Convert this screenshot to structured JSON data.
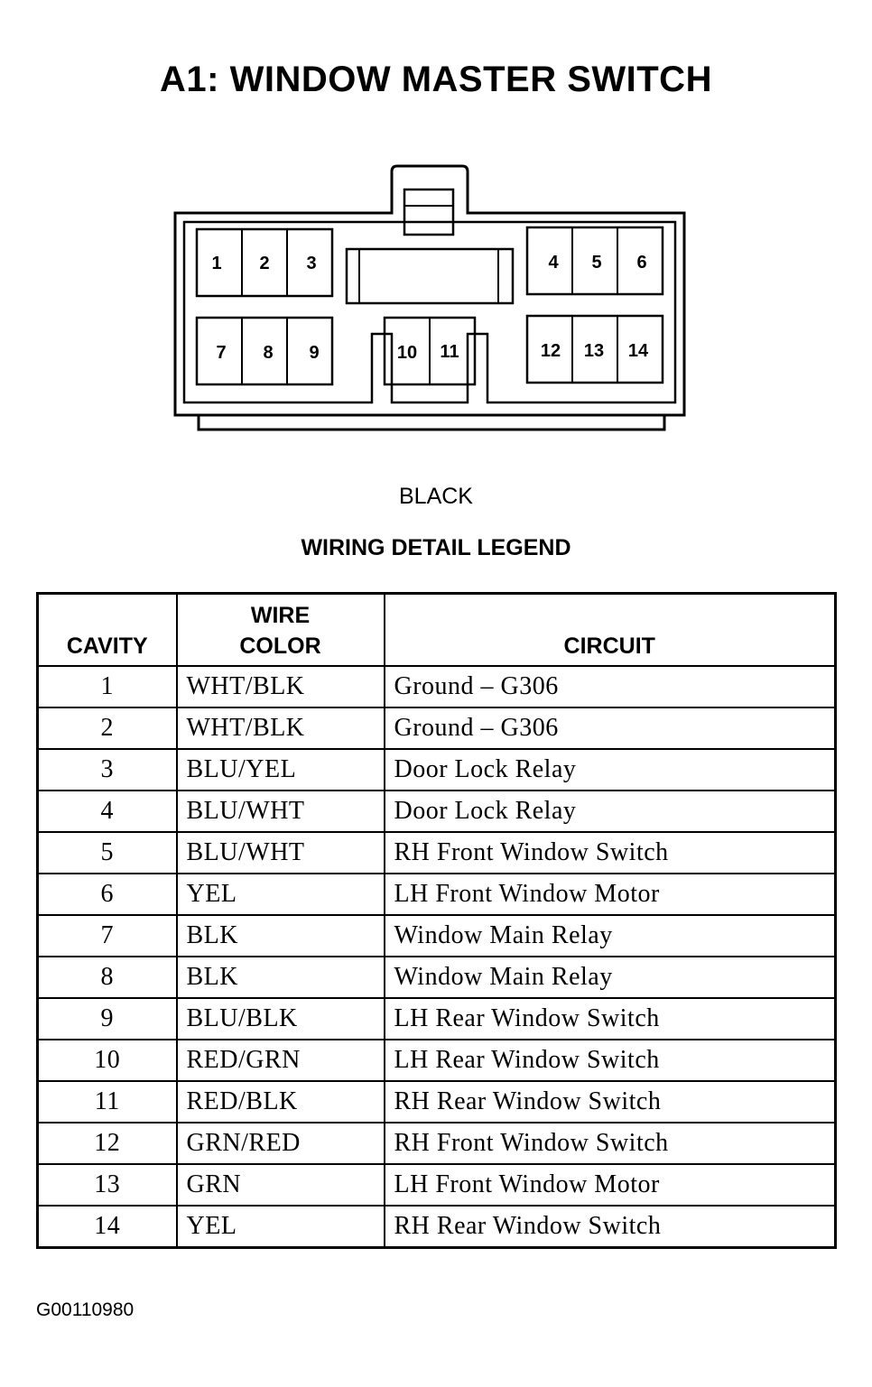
{
  "title": "A1: WINDOW MASTER SWITCH",
  "connector": {
    "cavities": [
      "1",
      "2",
      "3",
      "4",
      "5",
      "6",
      "7",
      "8",
      "9",
      "10",
      "11",
      "12",
      "13",
      "14"
    ],
    "color_label": "BLACK"
  },
  "legend": {
    "title": "WIRING DETAIL LEGEND",
    "headers": {
      "cavity": "CAVITY",
      "wire_line1": "WIRE",
      "wire_line2": "COLOR",
      "circuit": "CIRCUIT"
    },
    "rows": [
      {
        "cavity": "1",
        "wire": "WHT/BLK",
        "circuit": "Ground – G306"
      },
      {
        "cavity": "2",
        "wire": "WHT/BLK",
        "circuit": "Ground – G306"
      },
      {
        "cavity": "3",
        "wire": "BLU/YEL",
        "circuit": "Door Lock Relay"
      },
      {
        "cavity": "4",
        "wire": "BLU/WHT",
        "circuit": "Door Lock Relay"
      },
      {
        "cavity": "5",
        "wire": "BLU/WHT",
        "circuit": "RH Front Window Switch"
      },
      {
        "cavity": "6",
        "wire": "YEL",
        "circuit": "LH Front Window Motor"
      },
      {
        "cavity": "7",
        "wire": "BLK",
        "circuit": "Window Main Relay"
      },
      {
        "cavity": "8",
        "wire": "BLK",
        "circuit": "Window Main Relay"
      },
      {
        "cavity": "9",
        "wire": "BLU/BLK",
        "circuit": "LH Rear Window Switch"
      },
      {
        "cavity": "10",
        "wire": "RED/GRN",
        "circuit": "LH Rear Window Switch"
      },
      {
        "cavity": "11",
        "wire": "RED/BLK",
        "circuit": "RH Rear Window Switch"
      },
      {
        "cavity": "12",
        "wire": "GRN/RED",
        "circuit": "RH Front Window Switch"
      },
      {
        "cavity": "13",
        "wire": "GRN",
        "circuit": "LH Front Window Motor"
      },
      {
        "cavity": "14",
        "wire": "YEL",
        "circuit": "RH Rear Window Switch"
      }
    ]
  },
  "figure_code": "G00110980"
}
